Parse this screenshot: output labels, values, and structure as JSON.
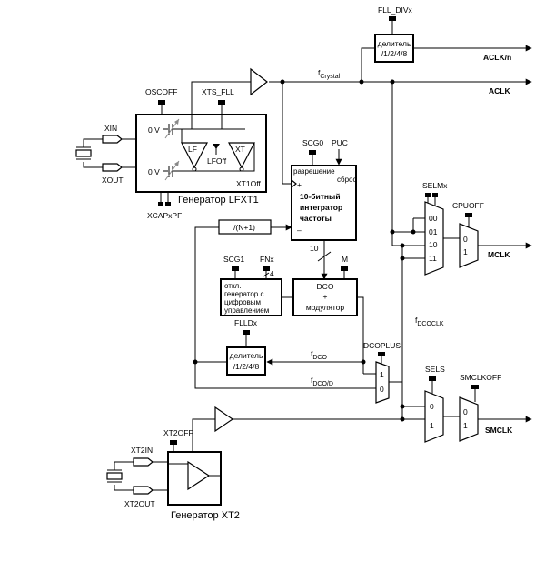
{
  "diagram": {
    "labels": {
      "fll_divx": "FLL_DIVx",
      "div_top_1": "делитель",
      "div_top_2": "/1/2/4/8",
      "aclk_n": "ACLK/n",
      "aclk": "ACLK",
      "f_crystal_f": "f",
      "f_crystal_sub": "Crystal",
      "oscoff": "OSCOFF",
      "xts_fll": "XTS_FLL",
      "xin": "XIN",
      "xout": "XOUT",
      "cap_0v_top": "0 V",
      "cap_0v_bot": "0 V",
      "lf": "LF",
      "xt": "XT",
      "lfoff": "LFOff",
      "xt1off": "XT1Off",
      "lfxt1_name": "Генератор LFXT1",
      "xcapxpf": "XCAPxPF",
      "scg0": "SCG0",
      "puc": "PUC",
      "razreshenie": "разрешение",
      "sbros": "сброс",
      "plus": "+",
      "minus": "–",
      "integrator_1": "10-битный",
      "integrator_2": "интегратор",
      "integrator_3": "частоты",
      "n_plus_1": "/(N+1)",
      "bus_10": "10",
      "scg1": "SCG1",
      "fnx": "FNx",
      "bus_4": "4",
      "m": "M",
      "dcogen_1": "откл.",
      "dcogen_2": "генератор с",
      "dcogen_3": "цифровым",
      "dcogen_4": "управлением",
      "dco_1": "DCO",
      "dco_2": "+",
      "dco_3": "модулятор",
      "flldx": "FLLDx",
      "div_mid_1": "делитель",
      "div_mid_2": "/1/2/4/8",
      "fdco_f": "f",
      "fdco_sub": "DCO",
      "fdcod_f": "f",
      "fdcod_sub": "DCO/D",
      "dcoplus": "DCOPLUS",
      "mux_dco_1": "1",
      "mux_dco_0": "0",
      "selmx": "SELMx",
      "mux_m_00": "00",
      "mux_m_01": "01",
      "mux_m_10": "10",
      "mux_m_11": "11",
      "cpuoff": "CPUOFF",
      "mux_cpu_0": "0",
      "mux_cpu_1": "1",
      "mclk": "MCLK",
      "fdcoclk_f": "f",
      "fdcoclk_sub": "DCOCLK",
      "sels": "SELS",
      "smclkoff": "SMCLKOFF",
      "mux_s_0": "0",
      "mux_s_1": "1",
      "mux_so_0": "0",
      "mux_so_1": "1",
      "smclk": "SMCLK",
      "xt2off": "XT2OFF",
      "xt2in": "XT2IN",
      "xt2out": "XT2OUT",
      "xt2_name": "Генератор XT2"
    }
  }
}
